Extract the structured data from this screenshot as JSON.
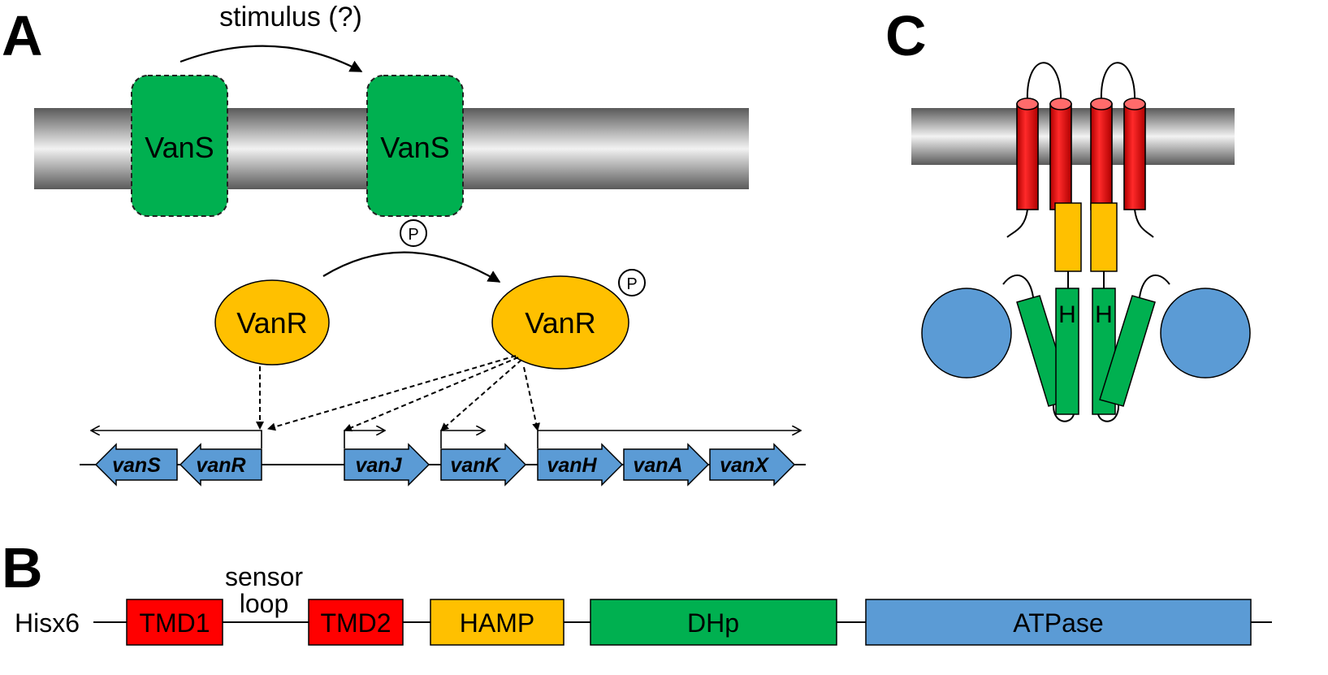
{
  "panels": {
    "a": {
      "letter": "A",
      "stimulus": "stimulus (?)",
      "vans_left": "VanS",
      "vans_right": "VanS",
      "phospho_1": "P",
      "phospho_2": "P",
      "vanr_left": "VanR",
      "vanr_right": "VanR",
      "genes": [
        "vanS",
        "vanR",
        "vanJ",
        "vanK",
        "vanH",
        "vanA",
        "vanX"
      ]
    },
    "b": {
      "letter": "B",
      "his_tag": "Hisx6",
      "sensor_loop_line1": "sensor",
      "sensor_loop_line2": "loop",
      "domains": [
        "TMD1",
        "TMD2",
        "HAMP",
        "DHp",
        "ATPase"
      ]
    },
    "c": {
      "letter": "C",
      "his_1": "H",
      "his_2": "H"
    }
  },
  "colors": {
    "vans_green": "#00B050",
    "vanr_orange": "#FFC000",
    "gene_blue": "#5B9BD5",
    "tm_red": "#FF0000",
    "membrane_gray": "#A6A6A6"
  }
}
